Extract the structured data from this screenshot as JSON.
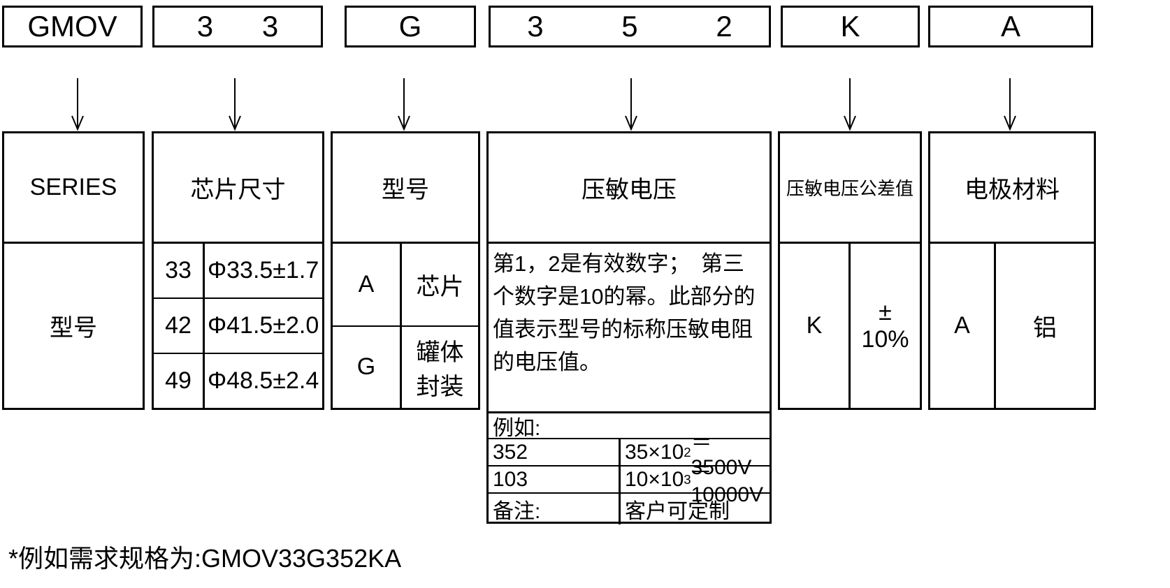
{
  "code_boxes": [
    {
      "label": "GMOV"
    },
    {
      "label": "3 3"
    },
    {
      "label": "G"
    },
    {
      "label": "3 5 2"
    },
    {
      "label": "K"
    },
    {
      "label": "A"
    }
  ],
  "info_boxes": {
    "series": {
      "header": "SERIES",
      "body": "型号"
    },
    "chip_size": {
      "header": "芯片尺寸",
      "rows": [
        {
          "code": "33",
          "value": "Φ33.5±1.7"
        },
        {
          "code": "42",
          "value": "Φ41.5±2.0"
        },
        {
          "code": "49",
          "value": "Φ48.5±2.4"
        }
      ]
    },
    "type": {
      "header": "型号",
      "rows": [
        {
          "code": "A",
          "value": "芯片"
        },
        {
          "code": "G",
          "value": "罐体\n封装"
        }
      ]
    },
    "varistor_voltage": {
      "header": "压敏电压",
      "description": "第1，2是有效数字；　第三\n个数字是10的幂。此部分的\n值表示型号的标称压敏电阻\n的电压值。",
      "example_label": "例如:",
      "examples": [
        {
          "code": "352",
          "base": "35×10",
          "exp": "2",
          "result": "＝3500V"
        },
        {
          "code": "103",
          "base": "10×10",
          "exp": "3",
          "result": "＝10000V"
        }
      ],
      "note_label": "备注:",
      "note_value": "客户可定制"
    },
    "tolerance": {
      "header": "压敏电压公差值",
      "rows": [
        {
          "code": "K",
          "value": "±\n10%"
        }
      ]
    },
    "electrode": {
      "header": "电极材料",
      "rows": [
        {
          "code": "A",
          "value": "铝"
        }
      ]
    }
  },
  "footer": {
    "text": "*例如需求规格为:GMOV33G352KA"
  }
}
